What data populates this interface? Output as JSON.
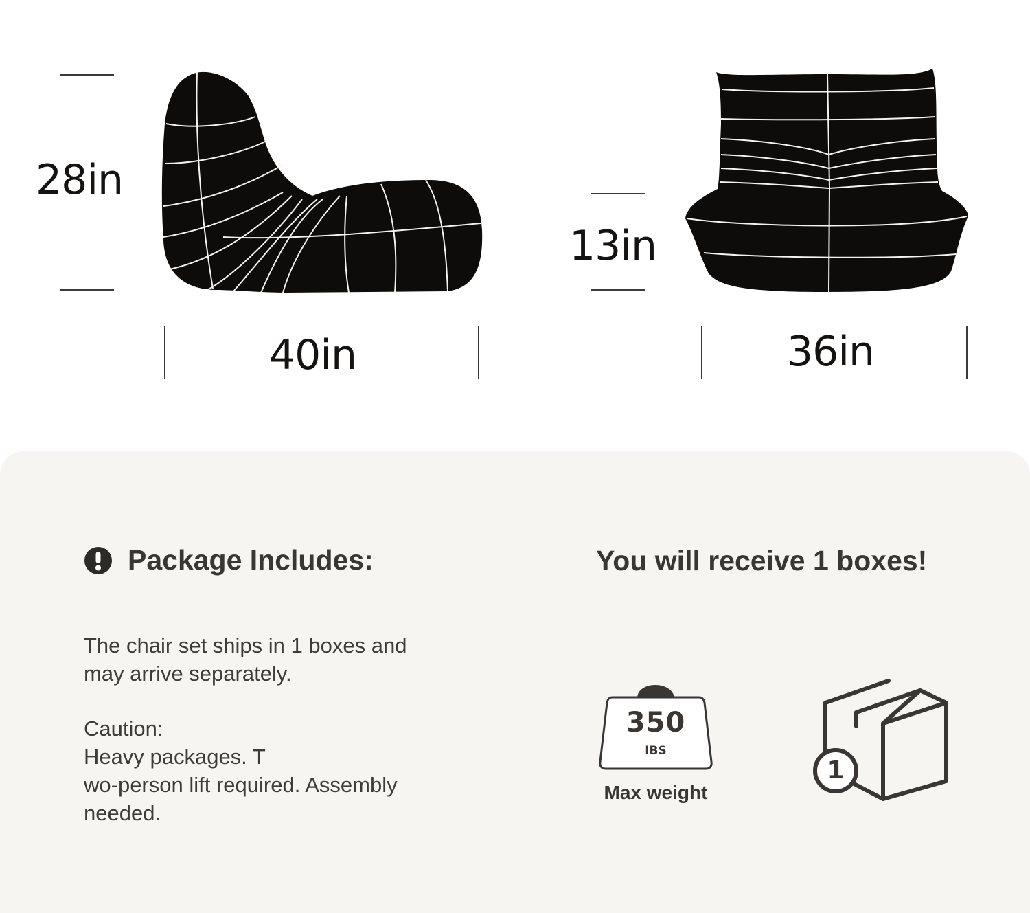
{
  "dimensions": {
    "height": "28in",
    "depth": "40in",
    "seat_height": "13in",
    "width": "36in"
  },
  "package": {
    "heading": "Package Includes:",
    "icon": "exclamation-icon",
    "description_lines": [
      "The chair  set ships in 1 boxes and",
      "may arrive separately."
    ],
    "caution_lines": [
      "Caution:",
      "Heavy packages. T",
      "wo-person lift required. Assembly",
      "needed."
    ]
  },
  "boxes": {
    "heading": "You will receive 1 boxes!",
    "weight_value": "350",
    "weight_unit": "IBS",
    "weight_label": "Max weight",
    "box_count": "1",
    "weight_icon": "weight-icon",
    "box_icon": "box-icon"
  },
  "colors": {
    "chair": "#0d0c0b",
    "panel_background": "#f6f5f1",
    "text": "#3a3633"
  }
}
